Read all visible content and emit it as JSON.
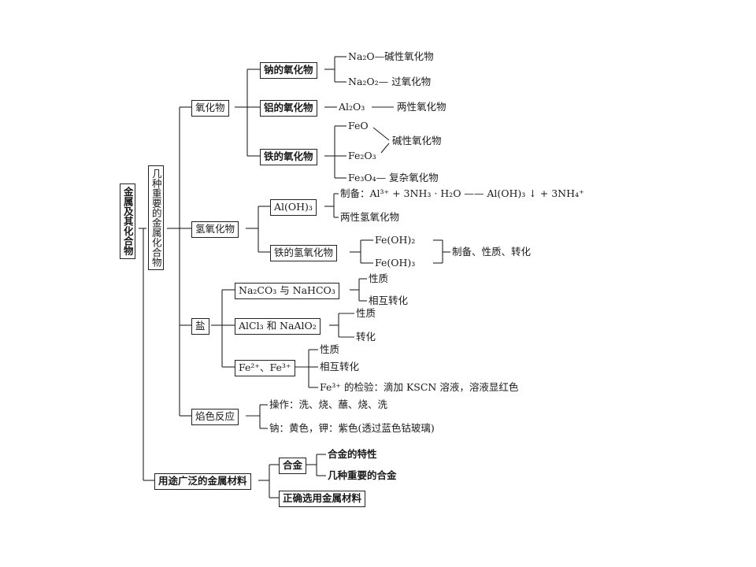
{
  "root": "金属及其化合物",
  "compounds": "几种重要的金属化合物",
  "oxides": {
    "label": "氧化物",
    "na": {
      "label": "钠的氧化物",
      "l1": "Na₂O—碱性氧化物",
      "l2": "Na₂O₂— 过氧化物"
    },
    "al": {
      "label": "铝的氧化物",
      "formula": "Al₂O₃",
      "desc": "两性氧化物"
    },
    "fe": {
      "label": "铁的氧化物",
      "l1": "FeO",
      "l2": "Fe₂O₃",
      "basic": "碱性氧化物",
      "l3": "Fe₃O₄— 复杂氧化物"
    }
  },
  "hydroxides": {
    "label": "氢氧化物",
    "al": {
      "label": "Al(OH)₃",
      "prep": "制备：Al³⁺ + 3NH₃ · H₂O —— Al(OH)₃ ↓ + 3NH₄⁺",
      "amph": "两性氢氧化物"
    },
    "fe": {
      "label": "铁的氢氧化物",
      "l1": "Fe(OH)₂",
      "l2": "Fe(OH)₃",
      "desc": "制备、性质、转化"
    }
  },
  "salts": {
    "label": "盐",
    "s1": {
      "label": "Na₂CO₃ 与 NaHCO₃",
      "l1": "性质",
      "l2": "相互转化"
    },
    "s2": {
      "label": "AlCl₃ 和 NaAlO₂",
      "l1": "性质",
      "l2": "转化"
    },
    "s3": {
      "label": "Fe²⁺、Fe³⁺",
      "l1": "性质",
      "l2": "相互转化",
      "l3": "Fe³⁺ 的检验：滴加 KSCN 溶液，溶液显红色"
    }
  },
  "flame": {
    "label": "焰色反应",
    "l1": "操作：洗、烧、蘸、烧、洗",
    "l2": "钠：黄色，钾：紫色(透过蓝色钴玻璃)"
  },
  "materials": {
    "label": "用途广泛的金属材料",
    "alloy": {
      "label": "合金",
      "l1": "合金的特性",
      "l2": "几种重要的合金"
    },
    "choose": "正确选用金属材料"
  }
}
